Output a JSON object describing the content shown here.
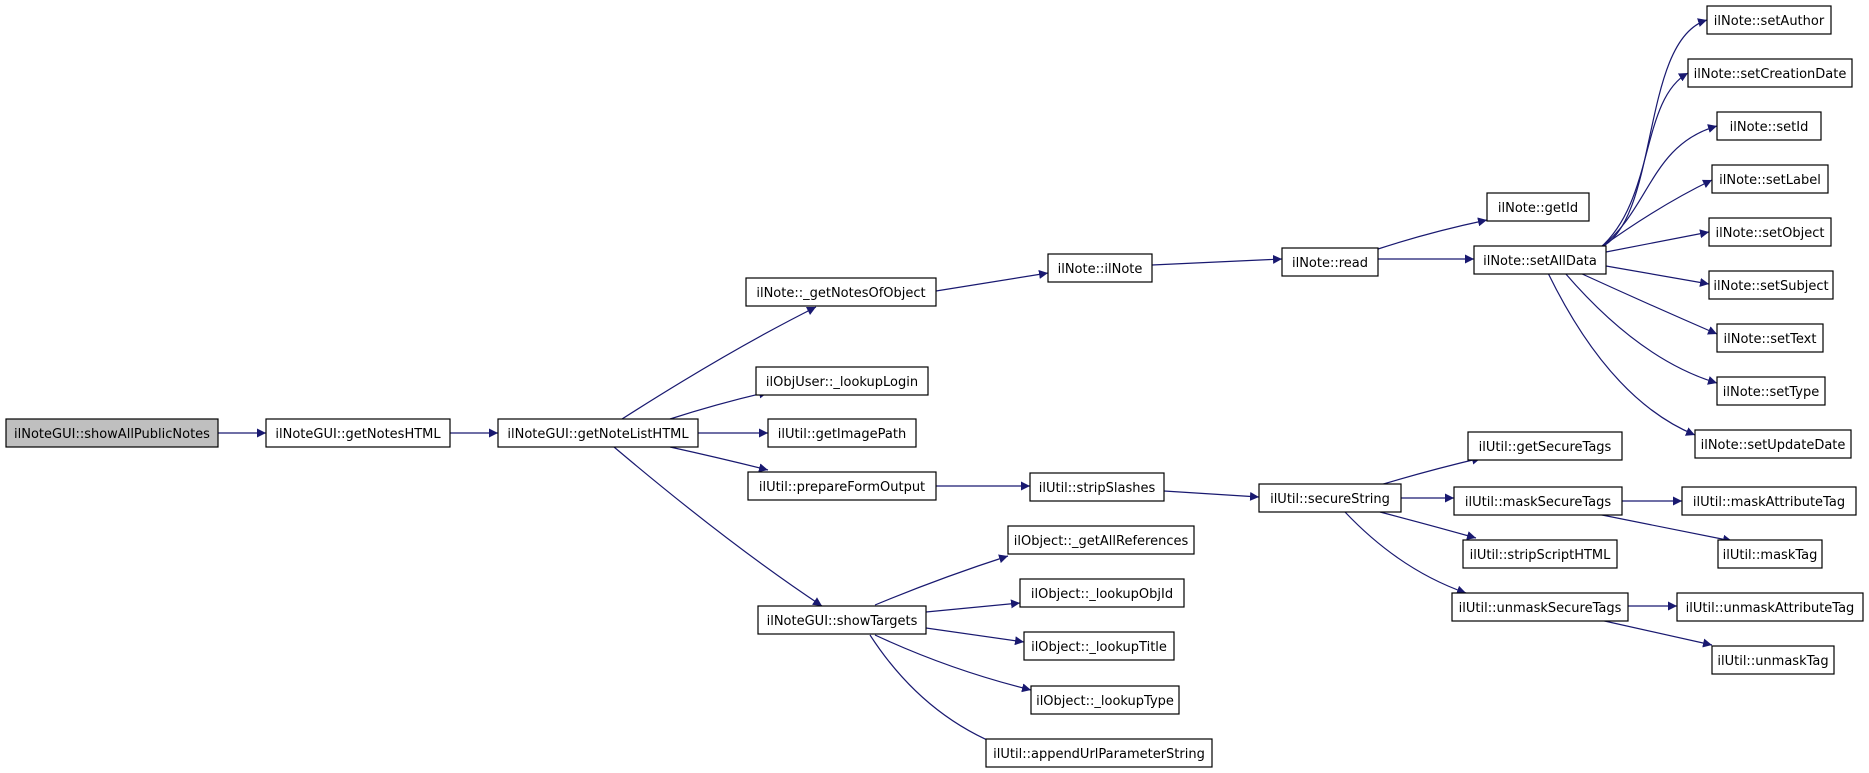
{
  "graph": {
    "root": "n_showAllPublicNotes",
    "nodes": [
      {
        "id": "n_showAllPublicNotes",
        "label": "ilNoteGUI::showAllPublicNotes"
      },
      {
        "id": "n_getNotesHTML",
        "label": "ilNoteGUI::getNotesHTML"
      },
      {
        "id": "n_getNoteListHTML",
        "label": "ilNoteGUI::getNoteListHTML"
      },
      {
        "id": "n_getNotesOfObject",
        "label": "ilNote::_getNotesOfObject"
      },
      {
        "id": "n_lookupLogin",
        "label": "ilObjUser::_lookupLogin"
      },
      {
        "id": "n_getImagePath",
        "label": "ilUtil::getImagePath"
      },
      {
        "id": "n_prepareFormOutput",
        "label": "ilUtil::prepareFormOutput"
      },
      {
        "id": "n_showTargets",
        "label": "ilNoteGUI::showTargets"
      },
      {
        "id": "n_ilNote",
        "label": "ilNote::ilNote"
      },
      {
        "id": "n_read",
        "label": "ilNote::read"
      },
      {
        "id": "n_getId",
        "label": "ilNote::getId"
      },
      {
        "id": "n_setAllData",
        "label": "ilNote::setAllData"
      },
      {
        "id": "n_setAuthor",
        "label": "ilNote::setAuthor"
      },
      {
        "id": "n_setCreationDate",
        "label": "ilNote::setCreationDate"
      },
      {
        "id": "n_setId",
        "label": "ilNote::setId"
      },
      {
        "id": "n_setLabel",
        "label": "ilNote::setLabel"
      },
      {
        "id": "n_setObject",
        "label": "ilNote::setObject"
      },
      {
        "id": "n_setSubject",
        "label": "ilNote::setSubject"
      },
      {
        "id": "n_setText",
        "label": "ilNote::setText"
      },
      {
        "id": "n_setType",
        "label": "ilNote::setType"
      },
      {
        "id": "n_setUpdateDate",
        "label": "ilNote::setUpdateDate"
      },
      {
        "id": "n_stripSlashes",
        "label": "ilUtil::stripSlashes"
      },
      {
        "id": "n_secureString",
        "label": "ilUtil::secureString"
      },
      {
        "id": "n_getSecureTags",
        "label": "ilUtil::getSecureTags"
      },
      {
        "id": "n_maskSecureTags",
        "label": "ilUtil::maskSecureTags"
      },
      {
        "id": "n_stripScriptHTML",
        "label": "ilUtil::stripScriptHTML"
      },
      {
        "id": "n_unmaskSecureTags",
        "label": "ilUtil::unmaskSecureTags"
      },
      {
        "id": "n_maskAttributeTag",
        "label": "ilUtil::maskAttributeTag"
      },
      {
        "id": "n_maskTag",
        "label": "ilUtil::maskTag"
      },
      {
        "id": "n_unmaskAttributeTag",
        "label": "ilUtil::unmaskAttributeTag"
      },
      {
        "id": "n_unmaskTag",
        "label": "ilUtil::unmaskTag"
      },
      {
        "id": "n_getAllReferences",
        "label": "ilObject::_getAllReferences"
      },
      {
        "id": "n_lookupObjId",
        "label": "ilObject::_lookupObjId"
      },
      {
        "id": "n_lookupTitle",
        "label": "ilObject::_lookupTitle"
      },
      {
        "id": "n_lookupType",
        "label": "ilObject::_lookupType"
      },
      {
        "id": "n_appendUrlParameterString",
        "label": "ilUtil::appendUrlParameterString"
      }
    ],
    "edges": [
      [
        "n_showAllPublicNotes",
        "n_getNotesHTML"
      ],
      [
        "n_getNotesHTML",
        "n_getNoteListHTML"
      ],
      [
        "n_getNoteListHTML",
        "n_getNotesOfObject"
      ],
      [
        "n_getNoteListHTML",
        "n_lookupLogin"
      ],
      [
        "n_getNoteListHTML",
        "n_getImagePath"
      ],
      [
        "n_getNoteListHTML",
        "n_prepareFormOutput"
      ],
      [
        "n_getNoteListHTML",
        "n_showTargets"
      ],
      [
        "n_getNotesOfObject",
        "n_ilNote"
      ],
      [
        "n_ilNote",
        "n_read"
      ],
      [
        "n_read",
        "n_getId"
      ],
      [
        "n_read",
        "n_setAllData"
      ],
      [
        "n_setAllData",
        "n_setAuthor"
      ],
      [
        "n_setAllData",
        "n_setCreationDate"
      ],
      [
        "n_setAllData",
        "n_setId"
      ],
      [
        "n_setAllData",
        "n_setLabel"
      ],
      [
        "n_setAllData",
        "n_setObject"
      ],
      [
        "n_setAllData",
        "n_setSubject"
      ],
      [
        "n_setAllData",
        "n_setText"
      ],
      [
        "n_setAllData",
        "n_setType"
      ],
      [
        "n_setAllData",
        "n_setUpdateDate"
      ],
      [
        "n_prepareFormOutput",
        "n_stripSlashes"
      ],
      [
        "n_stripSlashes",
        "n_secureString"
      ],
      [
        "n_secureString",
        "n_getSecureTags"
      ],
      [
        "n_secureString",
        "n_maskSecureTags"
      ],
      [
        "n_secureString",
        "n_stripScriptHTML"
      ],
      [
        "n_secureString",
        "n_unmaskSecureTags"
      ],
      [
        "n_maskSecureTags",
        "n_maskAttributeTag"
      ],
      [
        "n_maskSecureTags",
        "n_maskTag"
      ],
      [
        "n_unmaskSecureTags",
        "n_unmaskAttributeTag"
      ],
      [
        "n_unmaskSecureTags",
        "n_unmaskTag"
      ],
      [
        "n_showTargets",
        "n_getAllReferences"
      ],
      [
        "n_showTargets",
        "n_lookupObjId"
      ],
      [
        "n_showTargets",
        "n_lookupTitle"
      ],
      [
        "n_showTargets",
        "n_lookupType"
      ],
      [
        "n_showTargets",
        "n_appendUrlParameterString"
      ]
    ]
  },
  "colors": {
    "edge": "#191970",
    "root_fill": "#bfbfbf",
    "node_fill": "#ffffff",
    "node_stroke": "#000000"
  }
}
